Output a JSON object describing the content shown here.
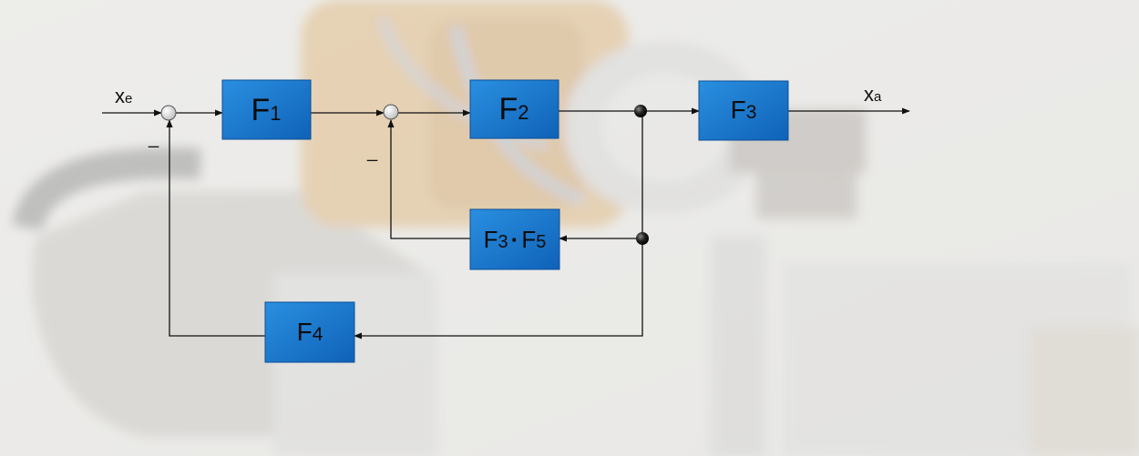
{
  "diagram": {
    "input_label": {
      "main": "x",
      "sub": "e"
    },
    "output_label": {
      "main": "x",
      "sub": "a"
    },
    "minus_sign": "_",
    "blocks": {
      "f1": {
        "main": "F",
        "sub": "1"
      },
      "f2": {
        "main": "F",
        "sub": "2"
      },
      "f3": {
        "main": "F",
        "sub": "3"
      },
      "f35": {
        "main1": "F",
        "sub1": "3",
        "dot": "·",
        "main2": "F",
        "sub2": "5"
      },
      "f4": {
        "main": "F",
        "sub": "4"
      }
    }
  },
  "colors": {
    "block_top": "#2a8fe0",
    "block_bottom": "#0f62b8",
    "line": "#111111",
    "node": "#1a1a1a",
    "sum_fill": "#e8e8e8"
  }
}
